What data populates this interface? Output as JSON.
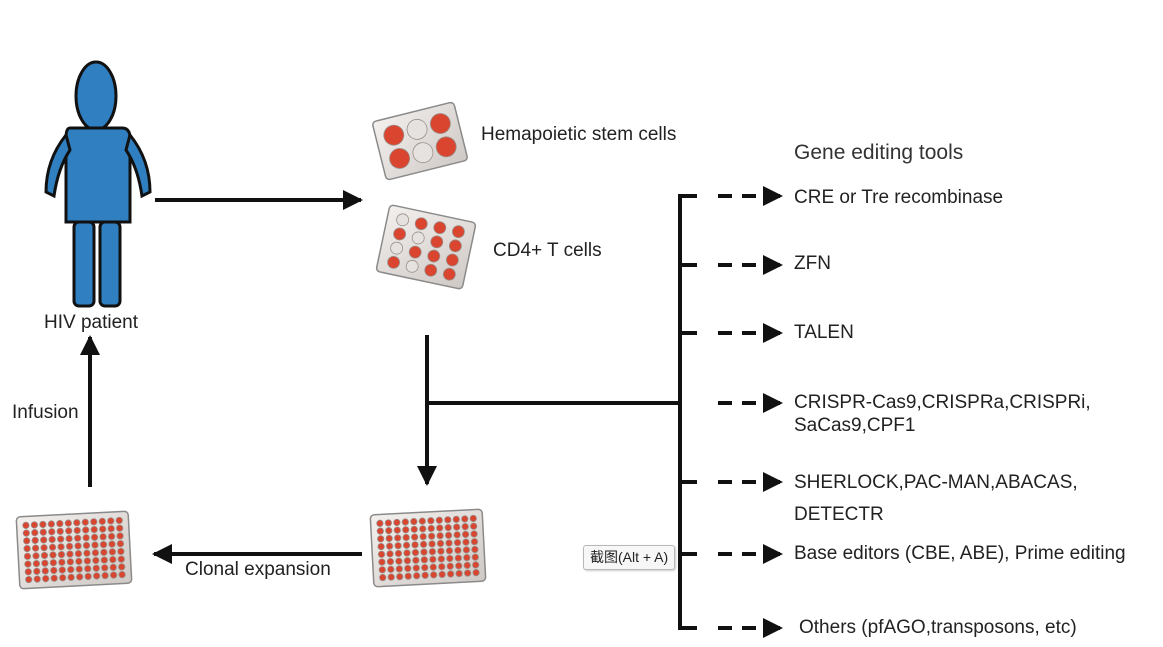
{
  "patient_label": "HIV patient",
  "hsc_label": "Hemapoietic stem cells",
  "cd4_label": "CD4+ T cells",
  "tools_title": "Gene editing tools",
  "tools": [
    {
      "line1": "CRE or Tre recombinase",
      "line2": ""
    },
    {
      "line1": "ZFN",
      "line2": ""
    },
    {
      "line1": "TALEN",
      "line2": ""
    },
    {
      "line1": "CRISPR-Cas9,CRISPRa,CRISPRi,",
      "line2": "SaCas9,CPF1"
    },
    {
      "line1": "SHERLOCK,PAC-MAN,ABACAS,",
      "line2": "DETECTR"
    },
    {
      "line1": "Base editors (CBE, ABE), Prime editing",
      "line2": ""
    },
    {
      "line1": "Others (pfAGO,transposons, etc)",
      "line2": ""
    }
  ],
  "clonal_label": "Clonal expansion",
  "infusion_label": "Infusion",
  "tooltip_text": "截图(Alt + A)",
  "colors": {
    "person": "#2f7fc1",
    "well": "#d9452f",
    "arrow": "#111111"
  }
}
